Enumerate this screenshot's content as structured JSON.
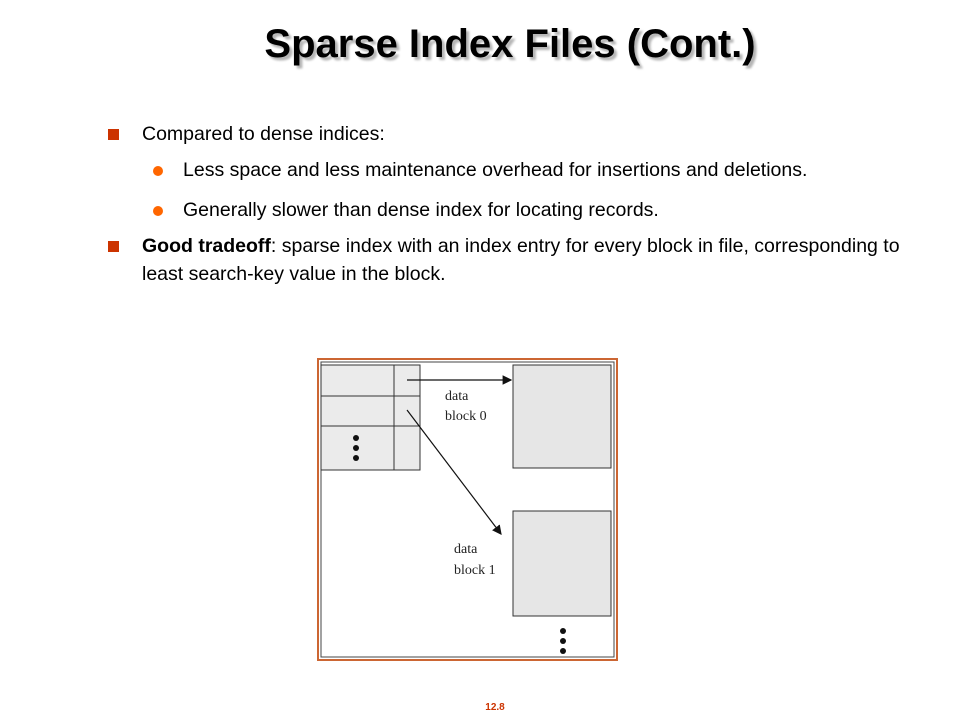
{
  "slide": {
    "title": "Sparse Index Files (Cont.)",
    "bullets": [
      {
        "level": 1,
        "text": "Compared to dense indices:"
      },
      {
        "level": 2,
        "text": "Less space and less maintenance overhead for insertions and deletions."
      },
      {
        "level": 2,
        "text": "Generally slower than dense index for locating records."
      },
      {
        "level": 1,
        "bold_prefix": "Good tradeoff",
        "text": ": sparse index with an index entry for every block in file, corresponding to least search-key value in the block."
      }
    ],
    "figure": {
      "label_block0_line1": "data",
      "label_block0_line2": "block 0",
      "label_block1_line1": "data",
      "label_block1_line2": "block 1"
    },
    "page_number": "12.8"
  },
  "colors": {
    "square_bullet": "#cc3300",
    "round_bullet": "#ff6600",
    "figure_border": "#cc6633",
    "block_fill": "#e6e6e6",
    "page_number": "#cc3300"
  }
}
